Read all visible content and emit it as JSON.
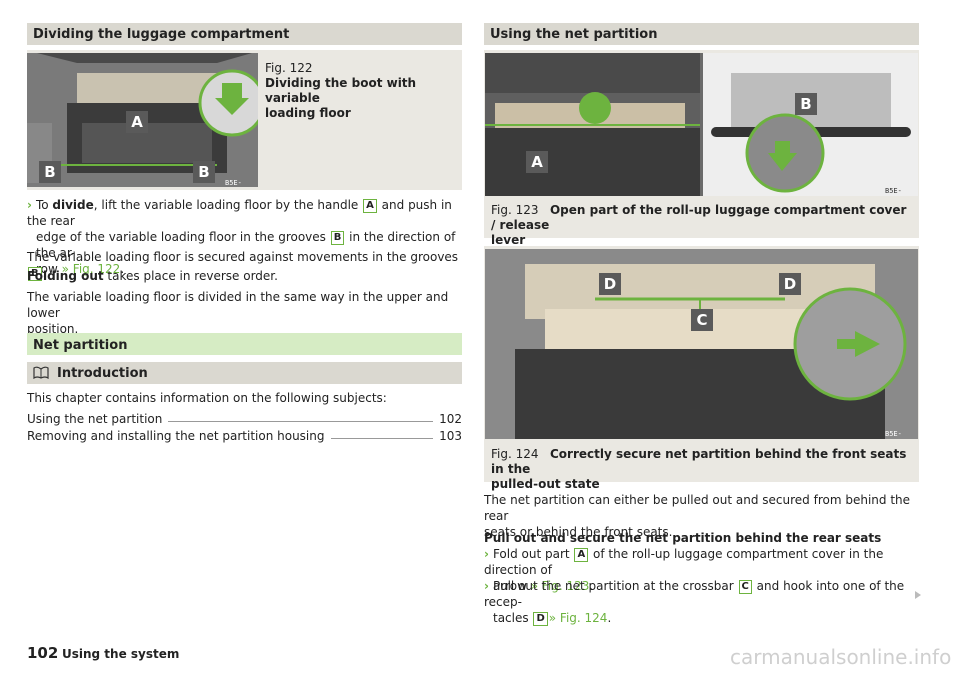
{
  "left": {
    "section_title": "Dividing the luggage compartment",
    "fig122": {
      "label": "Fig. 122",
      "title_line1": "Dividing the boot with variable",
      "title_line2": "loading floor",
      "code": "B5E-0403",
      "badges": [
        "A",
        "B",
        "B"
      ]
    },
    "p1_a": "To ",
    "p1_bold": "divide",
    "p1_b": ", lift the variable loading floor by the handle ",
    "p1_key_a": "A",
    "p1_c": " and push in the rear",
    "p1_d": "edge of the variable loading floor in the grooves ",
    "p1_key_b": "B",
    "p1_e": " in the direction of the ar-",
    "p1_f": "row ",
    "p1_ref": "» Fig. 122",
    "p1_g": ".",
    "p2_a": "The variable loading floor is secured against movements in the grooves ",
    "p2_key": "B",
    "p2_b": ".",
    "p3_bold": "Folding out",
    "p3_rest": " takes place in reverse order.",
    "p4_line1": "The variable loading floor is divided in the same way in the upper and lower",
    "p4_line2": "position.",
    "net_partition_heading": "Net partition",
    "intro_heading": "Introduction",
    "intro_text": "This chapter contains information on the following subjects:",
    "toc": [
      {
        "label": "Using the net partition",
        "page": "102"
      },
      {
        "label": "Removing and installing the net partition housing",
        "page": "103"
      }
    ]
  },
  "right": {
    "section_title": "Using the net partition",
    "fig123": {
      "label": "Fig. 123",
      "title_line1": "Open part of the roll-up luggage compartment cover / release",
      "title_line2": "lever",
      "code": "B5E-0406",
      "badges": [
        "A",
        "B"
      ]
    },
    "fig124": {
      "label": "Fig. 124",
      "title_line1": "Correctly secure net partition behind the front seats in the",
      "title_line2": "pulled-out state",
      "code": "B5E-0657",
      "badges": [
        "D",
        "D",
        "C"
      ]
    },
    "p1_line1": "The net partition can either be pulled out and secured from behind the rear",
    "p1_line2": "seats or behind the front seats.",
    "subhead": "Pull out and secure the net partition behind the rear seats",
    "s1_a": "Fold out part ",
    "s1_key": "A",
    "s1_b": " of the roll-up luggage compartment cover in the direction of",
    "s1_c": "arrow ",
    "s1_ref": "» Fig. 123",
    "s1_d": ".",
    "s2_a": "Pull out the net partition at the crossbar ",
    "s2_key": "C",
    "s2_b": " and hook into one of the recep-",
    "s2_c": "tacles ",
    "s2_key2": "D",
    "s2_ref": "» Fig. 124",
    "s2_d": "."
  },
  "footer": {
    "page_number": "102",
    "chapter": "Using the system",
    "watermark": "carmanualsonline.info"
  },
  "colors": {
    "accent": "#6db33f",
    "header_grey": "#dad8d0",
    "header_green": "#d6ecc4"
  }
}
